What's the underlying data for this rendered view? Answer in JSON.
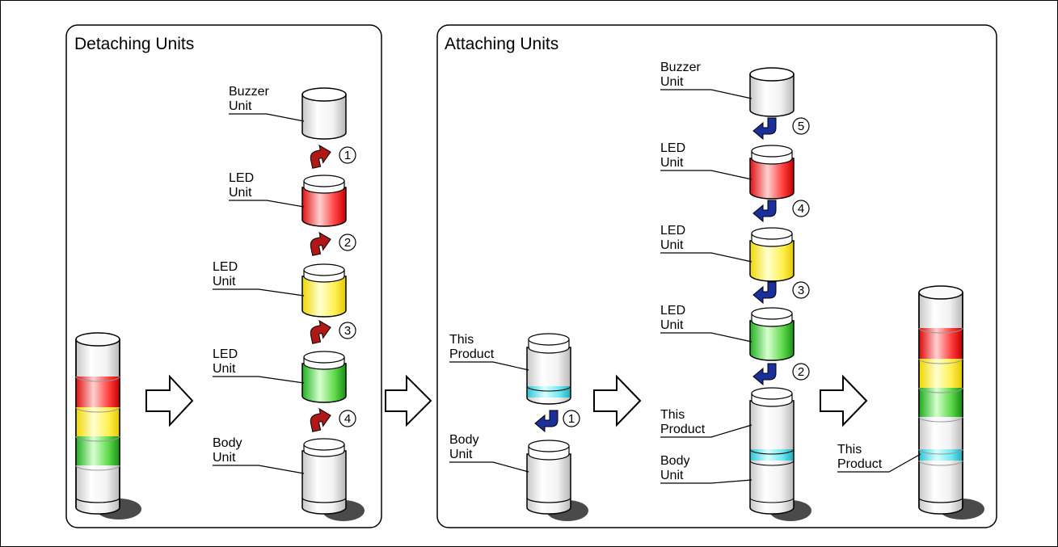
{
  "panels": {
    "detaching": {
      "title": "Detaching Units"
    },
    "attaching": {
      "title": "Attaching Units"
    }
  },
  "labels": {
    "buzzer_unit": [
      "Buzzer",
      "Unit"
    ],
    "led_unit": [
      "LED",
      "Unit"
    ],
    "body_unit": [
      "Body",
      "Unit"
    ],
    "this_product": [
      "This",
      "Product"
    ]
  },
  "steps": [
    "1",
    "2",
    "3",
    "4",
    "5"
  ],
  "colors": {
    "red": "#ff3a3a",
    "yellow": "#ffee33",
    "green": "#4dd63c",
    "cyan": "#5ee6f0",
    "white": "#ffffff",
    "detach_arrow": "#b01818",
    "attach_arrow": "#1a2f9c",
    "shadow": "#4a4a4a"
  }
}
